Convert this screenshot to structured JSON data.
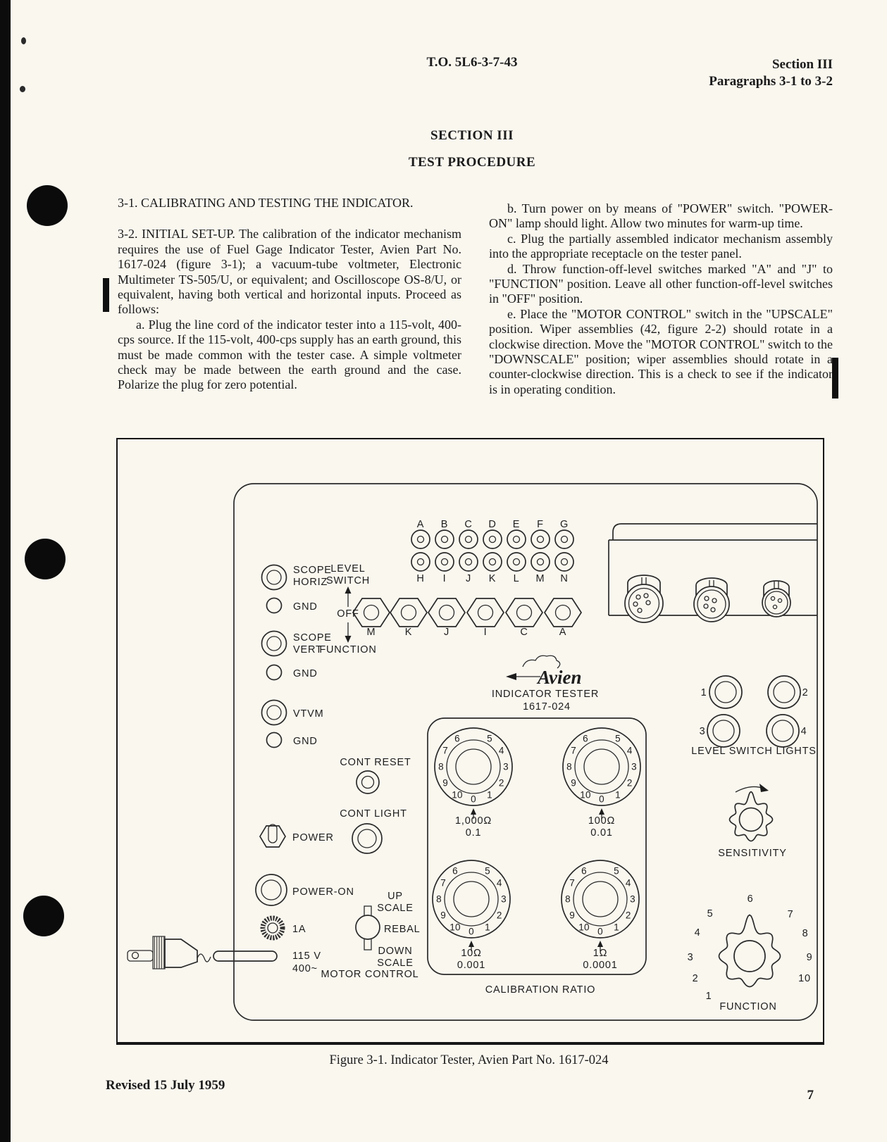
{
  "header": {
    "to_number": "T.O. 5L6-3-7-43",
    "section_ref_line1": "Section III",
    "section_ref_line2": "Paragraphs 3-1 to 3-2"
  },
  "section_title": {
    "line1": "SECTION III",
    "line2": "TEST PROCEDURE"
  },
  "left_column": {
    "heading_3_1": "3-1. CALIBRATING AND TESTING THE INDICATOR.",
    "para_3_2": "3-2.  INITIAL SET-UP.  The calibration of the indicator mechanism requires the use of Fuel Gage Indicator Tester, Avien Part No. 1617-024 (figure 3-1); a vacuum-tube voltmeter, Electronic Multimeter TS-505/U, or equivalent; and Oscilloscope OS-8/U, or equivalent, having both vertical and horizontal inputs.  Proceed as follows:",
    "para_a": "a.  Plug the line cord of the indicator tester into a 115-volt, 400-cps source.  If the 115-volt, 400-cps supply has an earth ground, this must be made common with the tester case.  A simple voltmeter check may be made between the earth ground and the case. Polarize the plug for zero potential."
  },
  "right_column": {
    "para_b": "b.  Turn power on by means of \"POWER\" switch. \"POWER-ON\" lamp should light.  Allow two minutes for warm-up time.",
    "para_c": "c.  Plug the partially assembled indicator mechanism assembly into the appropriate receptacle on the tester panel.",
    "para_d": "d.  Throw function-off-level switches marked \"A\" and \"J\" to \"FUNCTION\" position.  Leave all other function-off-level switches in \"OFF\" position.",
    "para_e": "e.  Place the \"MOTOR CONTROL\" switch in the \"UPSCALE\" position.  Wiper assemblies (42, figure 2-2) should rotate in a clockwise direction.  Move the \"MOTOR CONTROL\" switch to the \"DOWNSCALE\" position; wiper assemblies should rotate in a counter-clockwise direction.   This is a check to see if the indicator is in operating condition."
  },
  "footer": {
    "figure_caption": "Figure 3-1.  Indicator Tester, Avien Part No. 1617-024",
    "revised": "Revised 15 July 1959",
    "page_number": "7"
  },
  "figure": {
    "jack_letters_top": [
      "A",
      "B",
      "C",
      "D",
      "E",
      "F",
      "G"
    ],
    "jack_letters_bottom": [
      "H",
      "I",
      "J",
      "K",
      "L",
      "M",
      "N"
    ],
    "hex_switch_letters": [
      "M",
      "K",
      "J",
      "I",
      "C",
      "A"
    ],
    "level_switch": {
      "line1": "LEVEL",
      "line2": "SWITCH",
      "off": "OFF",
      "function": "FUNCTION"
    },
    "left_terminals": {
      "scope": "SCOPE",
      "horiz": "HORIZ",
      "vert": "VERT",
      "gnd": "GND",
      "vtvm": "VTVM"
    },
    "logo_text": "Avien",
    "tester_line1": "INDICATOR TESTER",
    "tester_line2": "1617-024",
    "dial_numbers": [
      "0",
      "1",
      "2",
      "3",
      "4",
      "5",
      "6",
      "7",
      "8",
      "9",
      "10"
    ],
    "dials": [
      {
        "ohms": "1,000Ω",
        "ratio": "0.1"
      },
      {
        "ohms": "100Ω",
        "ratio": "0.01"
      },
      {
        "ohms": "10Ω",
        "ratio": "0.001"
      },
      {
        "ohms": "1Ω",
        "ratio": "0.0001"
      }
    ],
    "calibration_label": "CALIBRATION  RATIO",
    "lights_numbers": [
      "1",
      "2",
      "3",
      "4"
    ],
    "lights_label": "LEVEL  SWITCH  LIGHTS",
    "sensitivity_label": "SENSITIVITY",
    "function_numbers": [
      "1",
      "2",
      "3",
      "4",
      "5",
      "6",
      "7",
      "8",
      "9",
      "10"
    ],
    "function_label": "FUNCTION",
    "controls": {
      "cont_reset": "CONT RESET",
      "cont_light": "CONT LIGHT",
      "power": "POWER",
      "power_on": "POWER-ON",
      "fuse": "1A",
      "volts": "115 V",
      "freq": "400~",
      "up1": "UP",
      "up2": "SCALE",
      "rebal": "REBAL",
      "down1": "DOWN",
      "down2": "SCALE",
      "motor_control": "MOTOR  CONTROL"
    }
  }
}
